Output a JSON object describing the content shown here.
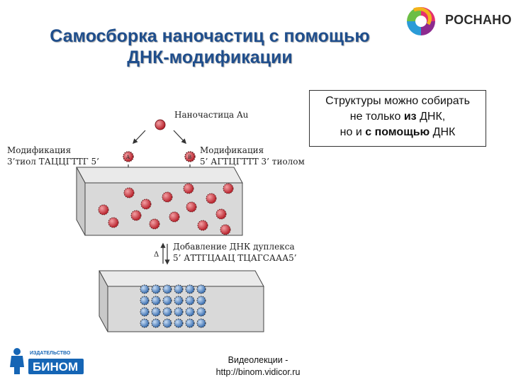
{
  "title": {
    "line1": "Самосборка наночастиц с помощью",
    "line2": "ДНК-модификации"
  },
  "logo_rusnano": {
    "text": "РОСНАНО"
  },
  "note": {
    "part1": "Структуры можно собирать",
    "part2": "не только ",
    "part3": "из",
    "part4": " ДНК,",
    "part5": "но и ",
    "part6": "с помощью",
    "part7": " ДНК"
  },
  "diagram": {
    "nanoparticle_label": "Наночастица Au",
    "mod_left_line1": "Модификация",
    "mod_left_line2": "3’тиол ТАЦЦГТТГ 5’",
    "mod_right_line1": "Модификация",
    "mod_right_line2": "5’ АГТЦГТТТ 3’ тиолом",
    "delta": "Δ",
    "add_line1": "Добавление ДНК дуплекса",
    "add_line2": "5’ АТТГЦААЦ ТЦАГСААА5’",
    "particle_a": "A",
    "particle_b": "B"
  },
  "logo_binom": {
    "small_text": "ИЗДАТЕЛЬСТВО",
    "big_text": "БИНОМ"
  },
  "footer": {
    "line1": "Видеолекции -",
    "line2": "http://binom.vidicor.ru"
  },
  "colors": {
    "title": "#1f4e8c",
    "particle_red": "#c8303a",
    "particle_blue": "#3b6fb0",
    "binom_blue": "#1565b5"
  }
}
